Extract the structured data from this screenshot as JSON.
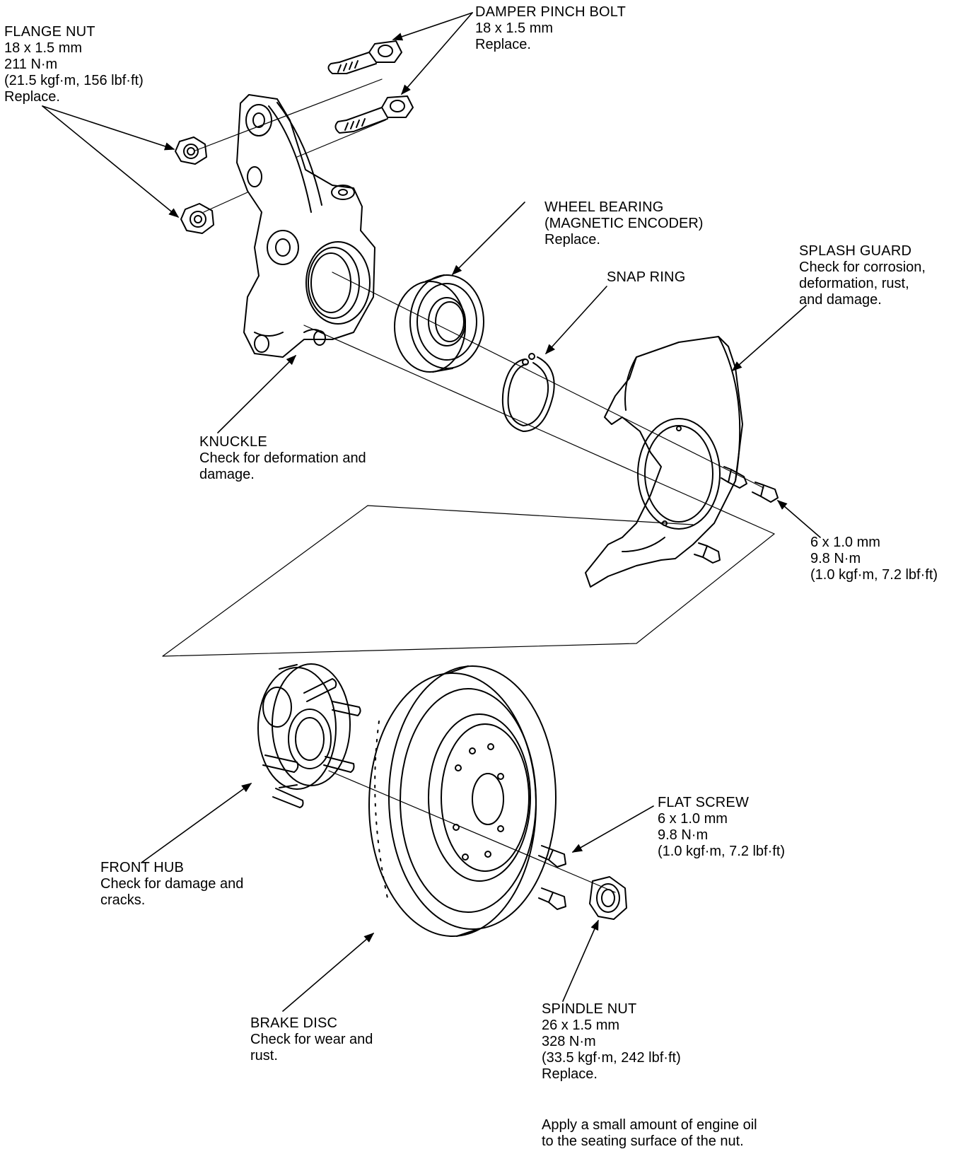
{
  "callouts": {
    "flange_nut": {
      "title": "FLANGE NUT",
      "lines": [
        "18 x 1.5 mm",
        "211 N·m",
        "(21.5 kgf·m, 156 lbf·ft)",
        "Replace."
      ]
    },
    "damper_pinch_bolt": {
      "title": "DAMPER PINCH BOLT",
      "lines": [
        "18 x 1.5 mm",
        "Replace."
      ]
    },
    "wheel_bearing": {
      "title": "WHEEL BEARING",
      "lines": [
        "(MAGNETIC ENCODER)",
        "Replace."
      ]
    },
    "snap_ring": {
      "title": "SNAP RING"
    },
    "splash_guard": {
      "title": "SPLASH GUARD",
      "lines": [
        "Check for corrosion,",
        "deformation, rust,",
        "and damage."
      ]
    },
    "knuckle": {
      "title": "KNUCKLE",
      "lines": [
        "Check for deformation and",
        "damage."
      ]
    },
    "splash_guard_bolt": {
      "lines": [
        "6 x 1.0 mm",
        "9.8 N·m",
        "(1.0 kgf·m, 7.2 lbf·ft)"
      ]
    },
    "flat_screw": {
      "title": "FLAT SCREW",
      "lines": [
        "6 x 1.0 mm",
        "9.8 N·m",
        "(1.0 kgf·m, 7.2 lbf·ft)"
      ]
    },
    "front_hub": {
      "title": "FRONT HUB",
      "lines": [
        "Check for damage and",
        "cracks."
      ]
    },
    "spindle_nut": {
      "title": "SPINDLE NUT",
      "lines": [
        "26 x 1.5 mm",
        "328 N·m",
        "(33.5 kgf·m, 242 lbf·ft)",
        "Replace."
      ]
    },
    "brake_disc": {
      "title": "BRAKE DISC",
      "lines": [
        "Check for wear and",
        "rust."
      ]
    }
  },
  "note": {
    "lines": [
      "Apply a small amount of engine oil",
      "to the seating surface of the nut."
    ]
  }
}
